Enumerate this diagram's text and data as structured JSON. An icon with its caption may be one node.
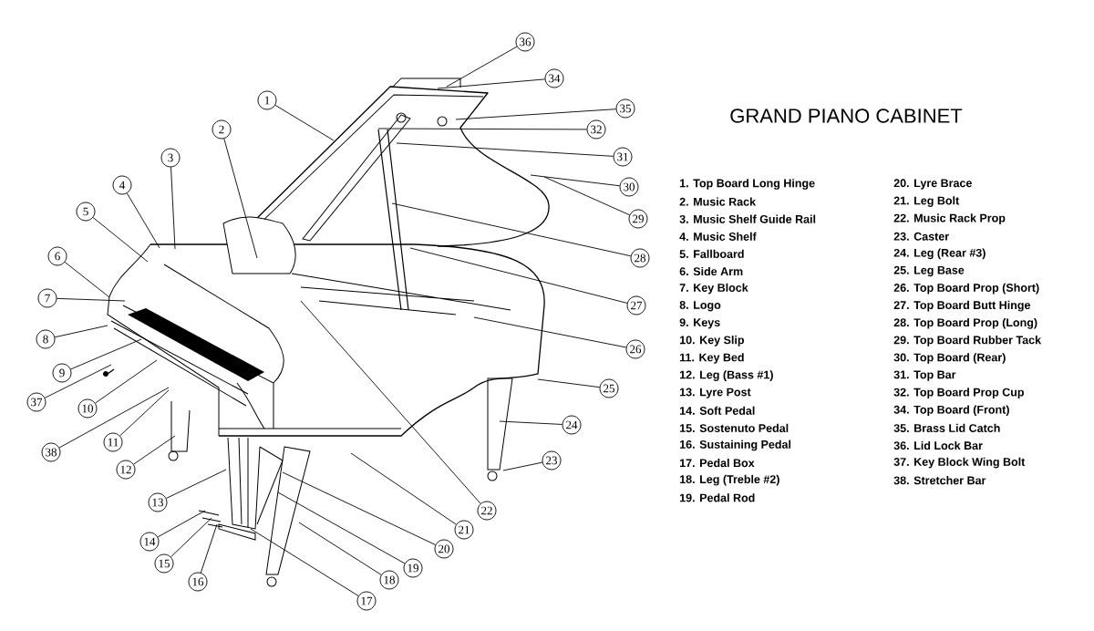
{
  "diagram": {
    "title": "GRAND PIANO CABINET",
    "nodes": [
      {
        "text": [
          "1"
        ]
      },
      {
        "text": [
          "2"
        ]
      },
      {
        "text": [
          "3"
        ]
      },
      {
        "text": [
          "4"
        ]
      },
      {
        "text": [
          "5"
        ]
      },
      {
        "text": [
          "6"
        ]
      },
      {
        "text": [
          "7"
        ]
      },
      {
        "text": [
          "8"
        ]
      },
      {
        "text": [
          "9"
        ]
      },
      {
        "text": [
          "10"
        ]
      },
      {
        "text": [
          "11"
        ]
      },
      {
        "text": [
          "12"
        ]
      },
      {
        "text": [
          "13"
        ]
      },
      {
        "text": [
          "14"
        ]
      },
      {
        "text": [
          "15"
        ]
      },
      {
        "text": [
          "16"
        ]
      },
      {
        "text": [
          "17"
        ]
      },
      {
        "text": [
          "18"
        ]
      },
      {
        "text": [
          "19"
        ]
      },
      {
        "text": [
          "20"
        ]
      },
      {
        "text": [
          "21"
        ]
      },
      {
        "text": [
          "22"
        ]
      },
      {
        "text": [
          "23"
        ]
      },
      {
        "text": [
          "24"
        ]
      },
      {
        "text": [
          "25"
        ]
      },
      {
        "text": [
          "26"
        ]
      },
      {
        "text": [
          "27"
        ]
      },
      {
        "text": [
          "28"
        ]
      },
      {
        "text": [
          "29"
        ]
      },
      {
        "text": [
          "30"
        ]
      },
      {
        "text": [
          "31"
        ]
      },
      {
        "text": [
          "32"
        ]
      },
      {
        "text": [
          "34"
        ]
      },
      {
        "text": [
          "35"
        ]
      },
      {
        "text": [
          "36"
        ]
      },
      {
        "text": [
          "37"
        ]
      },
      {
        "text": [
          "38"
        ]
      }
    ],
    "edges": [
      {
        "from": 0,
        "to": null,
        "arrow": "none"
      },
      {
        "from": 1,
        "to": null,
        "arrow": "none"
      },
      {
        "from": 2,
        "to": null,
        "arrow": "none"
      },
      {
        "from": 3,
        "to": null,
        "arrow": "none"
      },
      {
        "from": 4,
        "to": null,
        "arrow": "none"
      },
      {
        "from": 5,
        "to": null,
        "arrow": "none"
      },
      {
        "from": 6,
        "to": null,
        "arrow": "none"
      },
      {
        "from": 7,
        "to": null,
        "arrow": "none"
      },
      {
        "from": 8,
        "to": null,
        "arrow": "none"
      },
      {
        "from": 9,
        "to": null,
        "arrow": "none"
      },
      {
        "from": 10,
        "to": null,
        "arrow": "none"
      },
      {
        "from": 11,
        "to": null,
        "arrow": "none"
      },
      {
        "from": 12,
        "to": null,
        "arrow": "none"
      },
      {
        "from": 13,
        "to": null,
        "arrow": "none"
      },
      {
        "from": 14,
        "to": null,
        "arrow": "none"
      },
      {
        "from": 15,
        "to": null,
        "arrow": "none"
      },
      {
        "from": 16,
        "to": null,
        "arrow": "none"
      },
      {
        "from": 17,
        "to": null,
        "arrow": "none"
      },
      {
        "from": 18,
        "to": null,
        "arrow": "none"
      },
      {
        "from": 19,
        "to": null,
        "arrow": "none"
      },
      {
        "from": 20,
        "to": null,
        "arrow": "none"
      },
      {
        "from": 21,
        "to": null,
        "arrow": "none"
      },
      {
        "from": 22,
        "to": null,
        "arrow": "none"
      },
      {
        "from": 23,
        "to": null,
        "arrow": "none"
      },
      {
        "from": 24,
        "to": null,
        "arrow": "none"
      },
      {
        "from": 25,
        "to": null,
        "arrow": "none"
      },
      {
        "from": 26,
        "to": null,
        "arrow": "none"
      },
      {
        "from": 27,
        "to": null,
        "arrow": "none"
      },
      {
        "from": 28,
        "to": null,
        "arrow": "none"
      },
      {
        "from": 29,
        "to": null,
        "arrow": "none"
      },
      {
        "from": 30,
        "to": null,
        "arrow": "none"
      },
      {
        "from": 31,
        "to": null,
        "arrow": "none"
      },
      {
        "from": 32,
        "to": null,
        "arrow": "none"
      },
      {
        "from": 33,
        "to": null,
        "arrow": "none"
      },
      {
        "from": 34,
        "to": null,
        "arrow": "none"
      },
      {
        "from": 35,
        "to": null,
        "arrow": "none"
      },
      {
        "from": 36,
        "to": null,
        "arrow": "none"
      }
    ],
    "labels": [
      "1. Top Board Long Hinge",
      "2. Music Rack",
      "3. Music Shelf Guide Rail",
      "4. Music Shelf",
      "5. Fallboard",
      "6. Side Arm",
      "7. Key Block",
      "8. Logo",
      "9. Keys",
      "10. Key Slip",
      "11. Key Bed",
      "12. Leg (Bass #1)",
      "13. Lyre Post",
      "14. Soft Pedal",
      "15. Sostenuto Pedal",
      "16. Sustaining Pedal",
      "17. Pedal Box",
      "18. Leg (Treble #2)",
      "19. Pedal Rod",
      "20. Lyre Brace",
      "21. Leg Bolt",
      "22. Music Rack Prop",
      "23. Caster",
      "24. Leg (Rear #3)",
      "25. Leg Base",
      "26. Top Board Prop (Short)",
      "27. Top Board Butt Hinge",
      "28. Top Board Prop (Long)",
      "29. Top Board Rubber Tack",
      "30. Top Board (Rear)",
      "31. Top Bar",
      "32. Top Board Prop Cup",
      "34. Top Board (Front)",
      "35. Brass Lid Catch",
      "36. Lid Lock Bar",
      "37. Key Block Wing Bolt",
      "38. Stretcher Bar"
    ]
  }
}
